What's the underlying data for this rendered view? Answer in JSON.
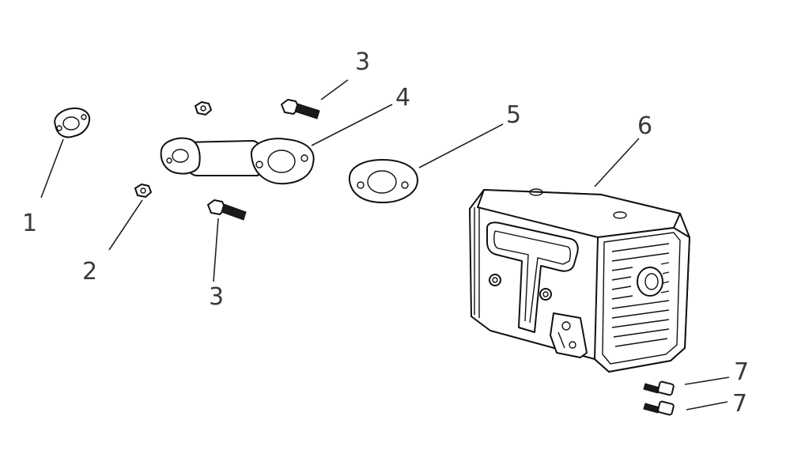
{
  "callouts": [
    {
      "id": "c1",
      "label": "1"
    },
    {
      "id": "c2",
      "label": "2"
    },
    {
      "id": "c3a",
      "label": "3"
    },
    {
      "id": "c3b",
      "label": "3"
    },
    {
      "id": "c4",
      "label": "4"
    },
    {
      "id": "c5",
      "label": "5"
    },
    {
      "id": "c6",
      "label": "6"
    },
    {
      "id": "c7a",
      "label": "7"
    },
    {
      "id": "c7b",
      "label": "7"
    }
  ],
  "colors": {
    "ink": "#111111",
    "label": "#3a3a3a",
    "background": "#ffffff"
  }
}
